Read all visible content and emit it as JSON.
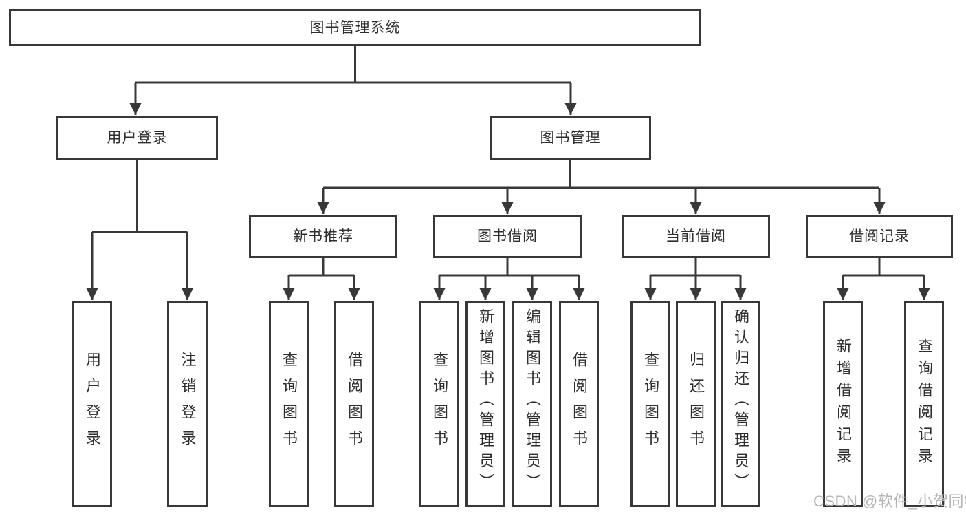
{
  "diagram_title": "图书管理系统",
  "diagram_type": "tree",
  "colors": {
    "line": "#383838",
    "box_border": "#383838",
    "box_bg": "#ffffff",
    "text": "#2e2e2e",
    "watermark": "#b5b5b5"
  },
  "watermark": {
    "text": "CSDN @软件_小贺同学"
  },
  "root": {
    "label": "图书管理系统",
    "children": [
      {
        "label": "用户登录",
        "children": [
          {
            "label": "用户登录"
          },
          {
            "label": "注销登录"
          }
        ]
      },
      {
        "label": "图书管理",
        "children": [
          {
            "label": "新书推荐",
            "children": [
              {
                "label": "查询图书"
              },
              {
                "label": "借阅图书"
              }
            ]
          },
          {
            "label": "图书借阅",
            "children": [
              {
                "label": "查询图书"
              },
              {
                "label": "新增图书（管理员）"
              },
              {
                "label": "编辑图书（管理员）"
              },
              {
                "label": "借阅图书"
              }
            ]
          },
          {
            "label": "当前借阅",
            "children": [
              {
                "label": "查询图书"
              },
              {
                "label": "归还图书"
              },
              {
                "label": "确认归还（管理员）"
              }
            ]
          },
          {
            "label": "借阅记录",
            "children": [
              {
                "label": "新增借阅记录"
              },
              {
                "label": "查询借阅记录"
              }
            ]
          }
        ]
      }
    ]
  }
}
